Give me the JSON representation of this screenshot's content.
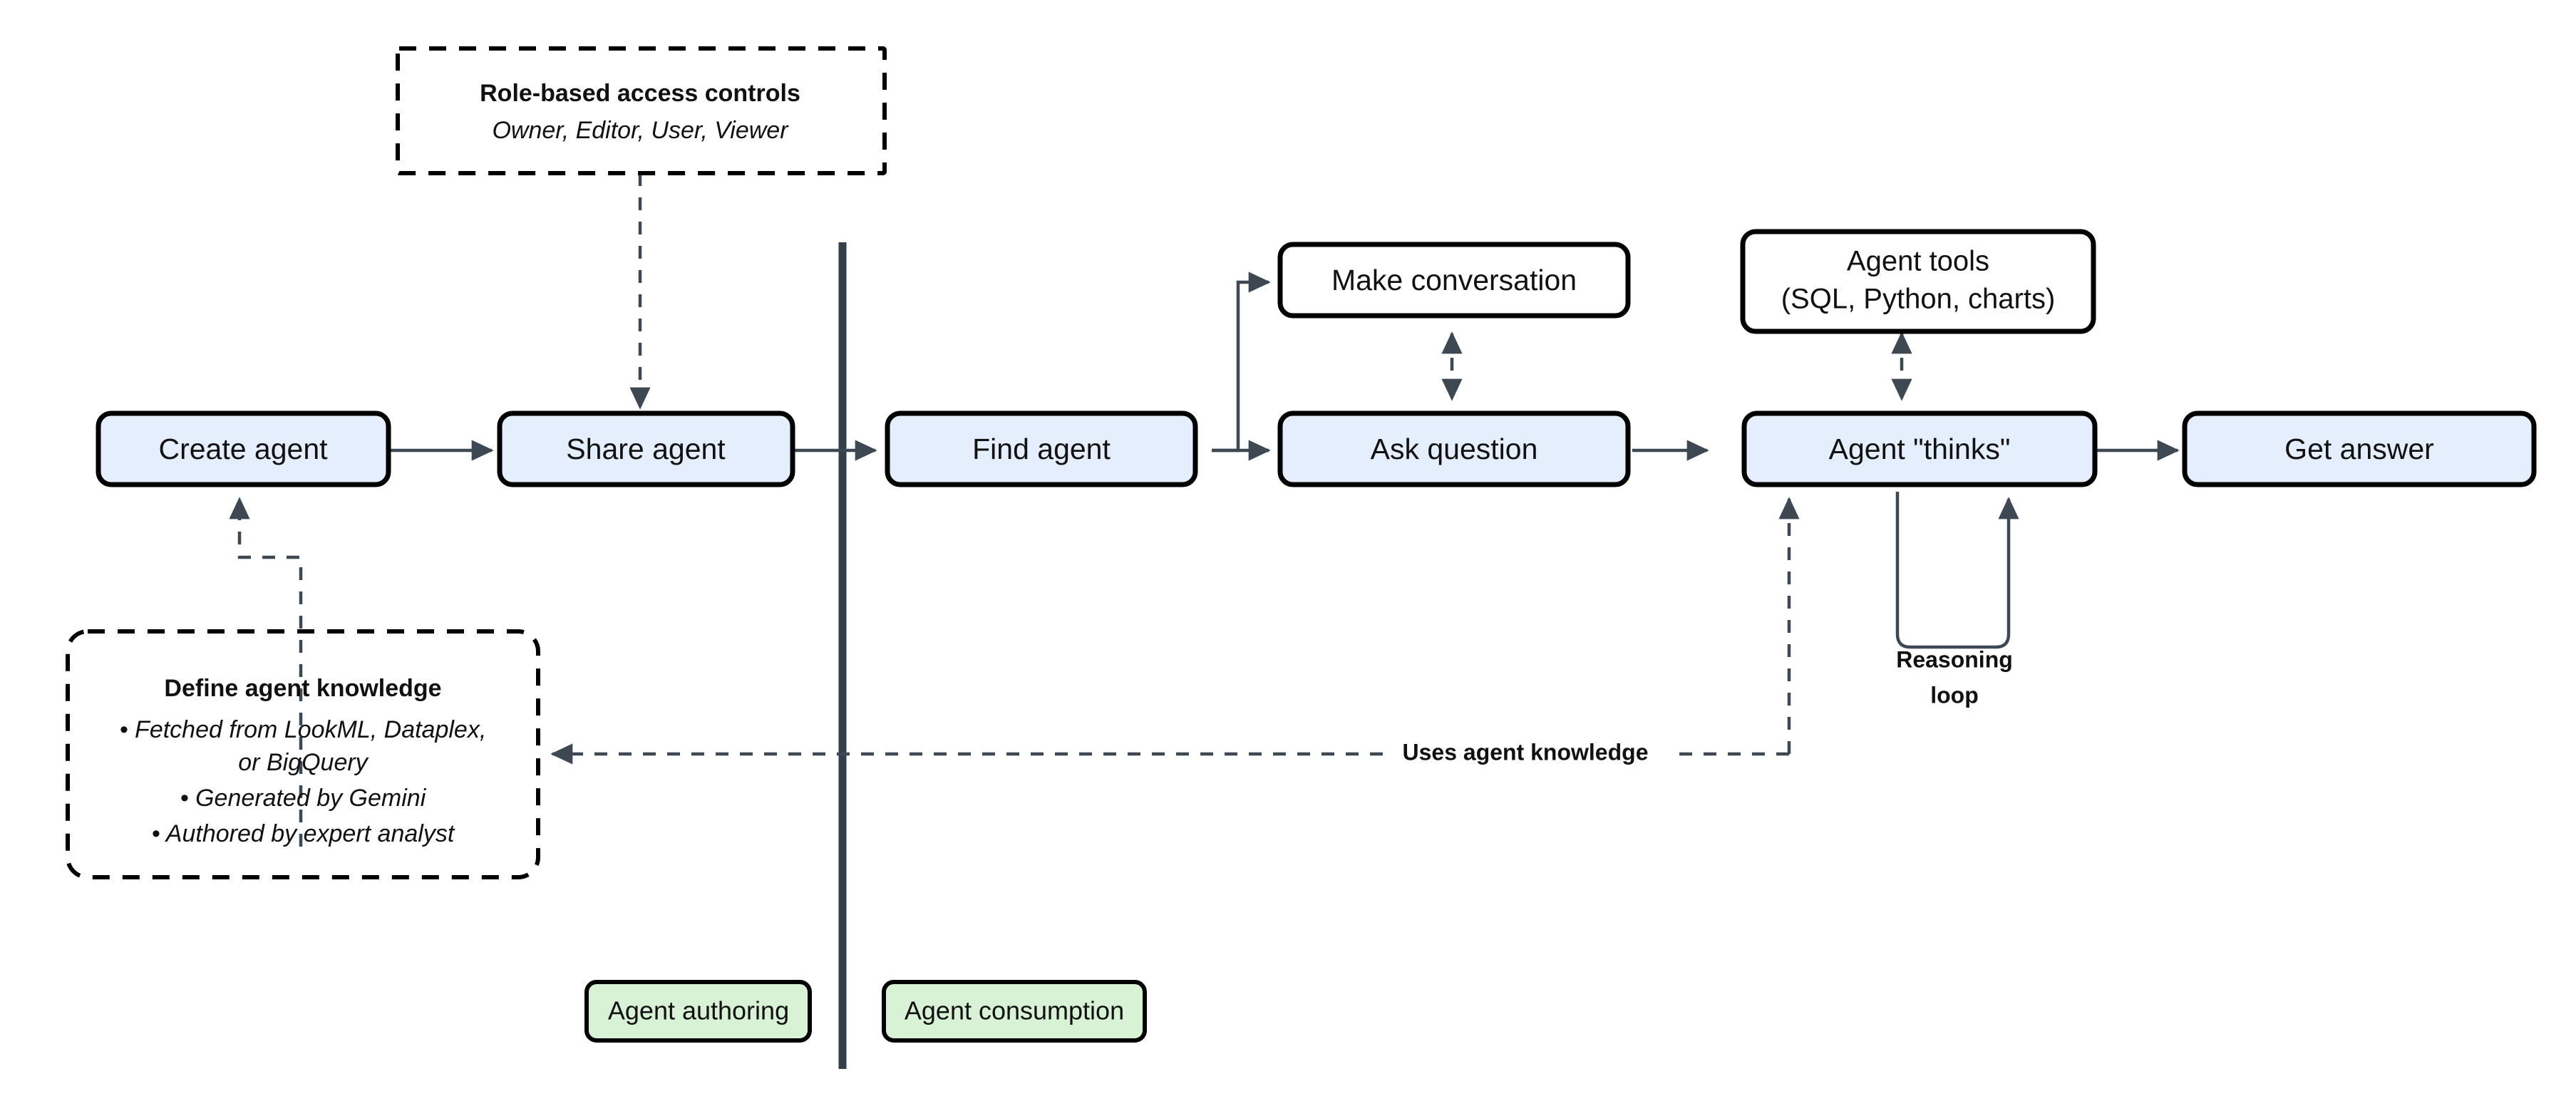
{
  "diagram": {
    "title": "Agent authoring and consumption flow",
    "colors": {
      "process_fill": "#e5eefc",
      "plain_fill": "#ffffff",
      "legend_fill": "#d8f2d6",
      "stroke": "#000000",
      "connector": "#3d4853",
      "divider": "#333f4a"
    },
    "nodes": {
      "create_agent": "Create agent",
      "share_agent": "Share agent",
      "find_agent": "Find agent",
      "make_conversation": "Make conversation",
      "ask_question": "Ask question",
      "agent_thinks": "Agent \"thinks\"",
      "get_answer": "Get answer",
      "agent_tools_line1": "Agent tools",
      "agent_tools_line2": "(SQL, Python, charts)"
    },
    "annotations": {
      "rbac_title": "Role-based access controls",
      "rbac_roles": "Owner, Editor, User, Viewer",
      "knowledge_title": "Define agent knowledge",
      "knowledge_bullets": [
        "• Fetched from LookML, Dataplex,",
        "or BigQuery",
        "• Generated by Gemini",
        "• Authored by expert analyst"
      ]
    },
    "edge_labels": {
      "reasoning_loop_line1": "Reasoning",
      "reasoning_loop_line2": "loop",
      "uses_agent_knowledge": "Uses agent knowledge"
    },
    "legend": {
      "authoring": "Agent authoring",
      "consumption": "Agent consumption"
    }
  }
}
